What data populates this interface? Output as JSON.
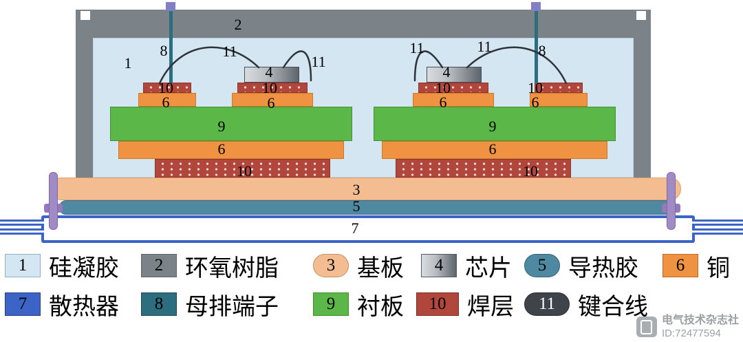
{
  "figure": {
    "numbers": {
      "n1": "1",
      "n2": "2",
      "n3": "3",
      "n4": "4",
      "n5": "5",
      "n6": "6",
      "n7": "7",
      "n8": "8",
      "n9": "9",
      "n10": "10",
      "n11": "11"
    }
  },
  "legend": {
    "items": [
      {
        "num": "1",
        "label": "硅凝胶",
        "color": "#d3e6f2"
      },
      {
        "num": "2",
        "label": "环氧树脂",
        "color": "#7b8388"
      },
      {
        "num": "3",
        "label": "基板",
        "color": "#f4bd91"
      },
      {
        "num": "4",
        "label": "芯片",
        "color": "#9aa0a6"
      },
      {
        "num": "5",
        "label": "导热胶",
        "color": "#4e89a1"
      },
      {
        "num": "6",
        "label": "铜",
        "color": "#ef9342"
      },
      {
        "num": "7",
        "label": "散热器",
        "color": "#3c63c6"
      },
      {
        "num": "8",
        "label": "母排端子",
        "color": "#2c6e80"
      },
      {
        "num": "9",
        "label": "衬板",
        "color": "#5bb848"
      },
      {
        "num": "10",
        "label": "焊层",
        "color": "#b1463d"
      },
      {
        "num": "11",
        "label": "键合线",
        "color": "#3f444a"
      }
    ]
  },
  "watermark": {
    "publisher": "电气技术杂志社",
    "id": "ID:72477594"
  },
  "palette": {
    "silicone_gel": "#d3e6f2",
    "epoxy": "#7b8388",
    "baseplate": "#f4bd91",
    "chip_light": "#d9dcdf",
    "chip_dark": "#5d646b",
    "thermal_glue": "#4e89a1",
    "copper": "#ef9342",
    "heatsink": "#3c63c6",
    "busbar_terminal": "#2c6e80",
    "substrate": "#5bb848",
    "solder": "#b1463d",
    "bond_wire": "#2f343a",
    "bolt": "#a18bc5"
  }
}
